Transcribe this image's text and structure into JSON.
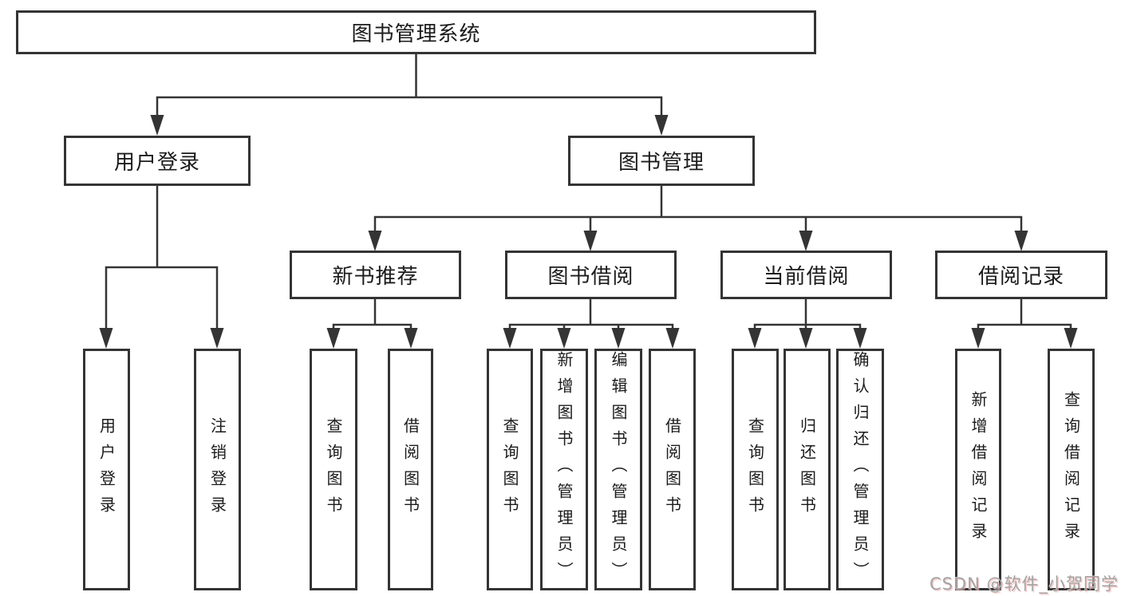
{
  "tree": {
    "label": "图书管理系统",
    "children": [
      {
        "label": "用户登录",
        "children": [
          {
            "label": "用户登录"
          },
          {
            "label": "注销登录"
          }
        ]
      },
      {
        "label": "图书管理",
        "children": [
          {
            "label": "新书推荐",
            "children": [
              {
                "label": "查询图书"
              },
              {
                "label": "借阅图书"
              }
            ]
          },
          {
            "label": "图书借阅",
            "children": [
              {
                "label": "查询图书"
              },
              {
                "label": "新增图书（管理员）"
              },
              {
                "label": "编辑图书（管理员）"
              },
              {
                "label": "借阅图书"
              }
            ]
          },
          {
            "label": "当前借阅",
            "children": [
              {
                "label": "查询图书"
              },
              {
                "label": "归还图书"
              },
              {
                "label": "确认归还（管理员）"
              }
            ]
          },
          {
            "label": "借阅记录",
            "children": [
              {
                "label": "新增借阅记录"
              },
              {
                "label": "查询借阅记录"
              }
            ]
          }
        ]
      }
    ]
  },
  "watermark": {
    "text": "CSDN @软件_小贺同学"
  },
  "colors": {
    "line": "#343434",
    "box_border": "#343434",
    "text": "#1b1b1b",
    "watermark_text": "#a3a3a3",
    "watermark_tint": "#f4b2b2"
  }
}
